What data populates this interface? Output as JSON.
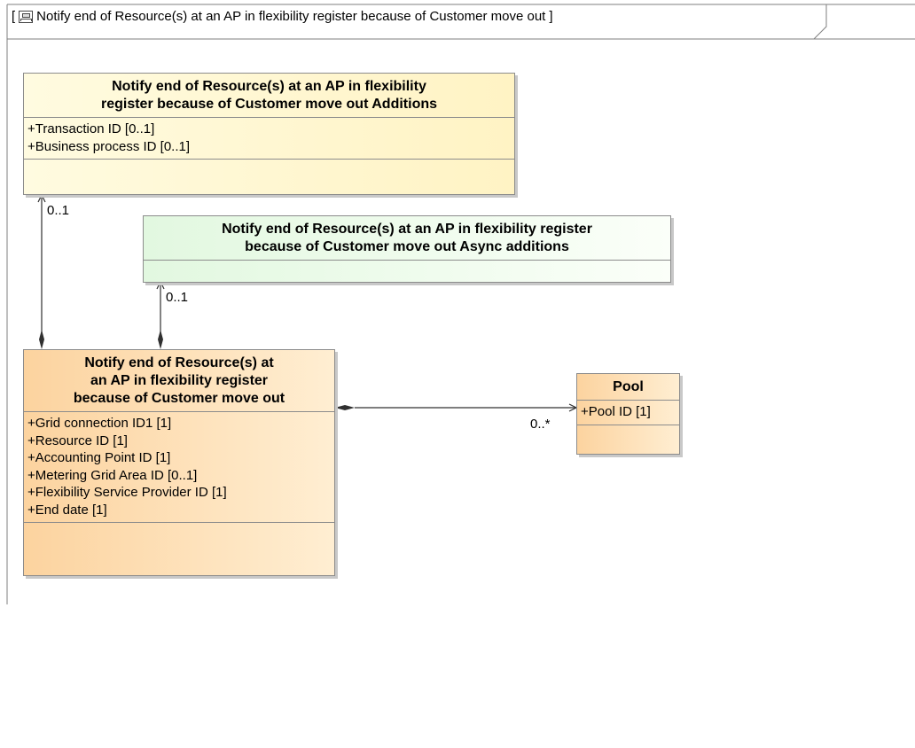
{
  "frame": {
    "title_open": "[",
    "title": "Notify end of Resource(s) at an AP in flexibility register because of Customer move out",
    "title_close": "]"
  },
  "classes": {
    "additions": {
      "name_line1": "Notify end of Resource(s) at an AP in flexibility",
      "name_line2": "register because of Customer move out Additions",
      "attributes": [
        "+Transaction ID [0..1]",
        "+Business process ID [0..1]"
      ]
    },
    "async_additions": {
      "name_line1": "Notify end of Resource(s) at an AP in flexibility register",
      "name_line2": "because of Customer move out Async additions"
    },
    "main": {
      "name_line1": "Notify end of Resource(s) at",
      "name_line2": "an AP in flexibility register",
      "name_line3": "because of Customer move out",
      "attributes": [
        "+Grid connection ID1 [1]",
        "+Resource ID [1]",
        "+Accounting Point ID [1]",
        "+Metering Grid Area ID [0..1]",
        "+Flexibility Service Provider ID [1]",
        "+End date [1]"
      ]
    },
    "pool": {
      "name": "Pool",
      "attributes": [
        "+Pool ID [1]"
      ]
    }
  },
  "associations": {
    "main_to_additions": {
      "multiplicity": "0..1"
    },
    "main_to_async": {
      "multiplicity": "0..1"
    },
    "main_to_pool": {
      "multiplicity": "0..*"
    }
  },
  "colors": {
    "frame_border": "#7f7f7f",
    "line": "#303030",
    "class_border": "#8c8c8c"
  }
}
